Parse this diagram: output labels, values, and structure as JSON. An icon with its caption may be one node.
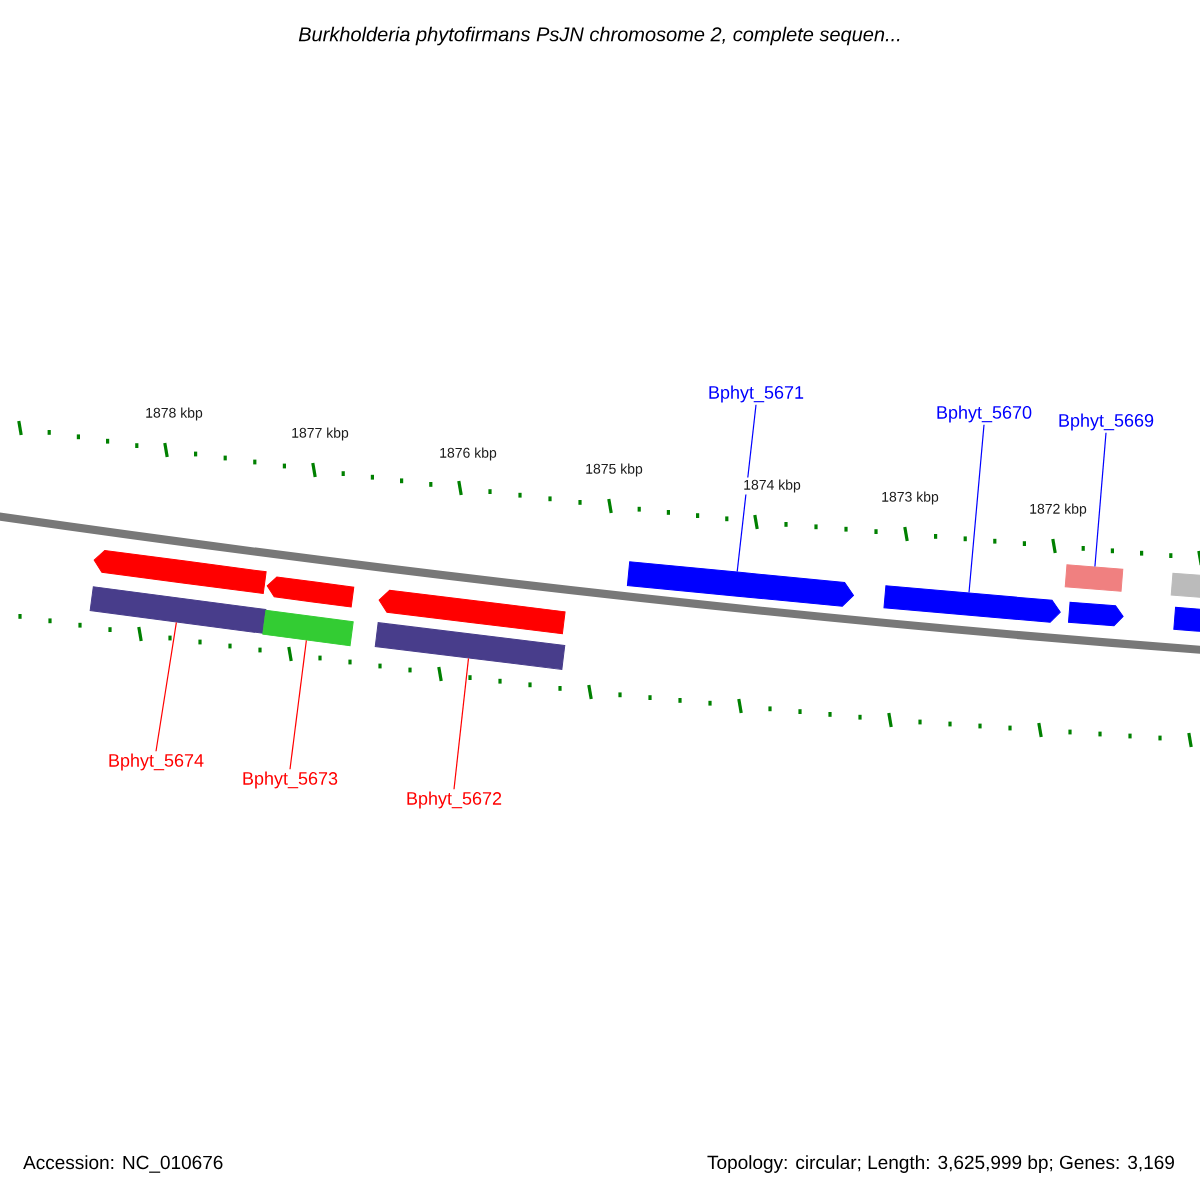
{
  "diagram": {
    "title": "Burkholderia phytofirmans PsJN chromosome 2, complete sequen...",
    "nodes": [
      {
        "text": [
          "Bphyt_5671"
        ]
      },
      {
        "text": [
          "Bphyt_5670"
        ]
      },
      {
        "text": [
          "Bphyt_5669"
        ]
      },
      {
        "text": [
          "Bphyt_5674"
        ]
      },
      {
        "text": [
          "Bphyt_5673"
        ]
      },
      {
        "text": [
          "Bphyt_5672"
        ]
      },
      {
        "text": [],
        "shape": "bar"
      },
      {
        "text": [],
        "shape": "bar"
      },
      {
        "text": [],
        "shape": "bar"
      },
      {
        "text": [],
        "shape": "bar"
      },
      {
        "text": [],
        "shape": "bar"
      },
      {
        "text": [],
        "shape": "bar"
      },
      {
        "text": [],
        "shape": "bar"
      },
      {
        "text": [],
        "shape": "bar"
      },
      {
        "text": [],
        "shape": "bar"
      },
      {
        "text": [],
        "shape": "bar"
      },
      {
        "text": [],
        "shape": "bar"
      },
      {
        "text": [],
        "shape": "bar"
      }
    ],
    "edges": [
      {
        "from": 0,
        "to": 12,
        "arrow": "none",
        "color": "#0000ff"
      },
      {
        "from": 1,
        "to": 13,
        "arrow": "none",
        "color": "#0000ff"
      },
      {
        "from": 2,
        "to": 14,
        "arrow": "none",
        "color": "#0000ff"
      },
      {
        "from": 3,
        "to": 9,
        "arrow": "none",
        "color": "#ff0000"
      },
      {
        "from": 4,
        "to": 10,
        "arrow": "none",
        "color": "#ff0000"
      },
      {
        "from": 5,
        "to": 11,
        "arrow": "none",
        "color": "#ff0000"
      }
    ],
    "labels": [
      "1878 kbp",
      "1877 kbp",
      "1876 kbp",
      "1875 kbp",
      "1874 kbp",
      "1873 kbp",
      "1872 kbp",
      "Accession: NC_010676",
      "Topology: circular; Length: 3,625,999 bp; Genes: 3,169"
    ]
  }
}
